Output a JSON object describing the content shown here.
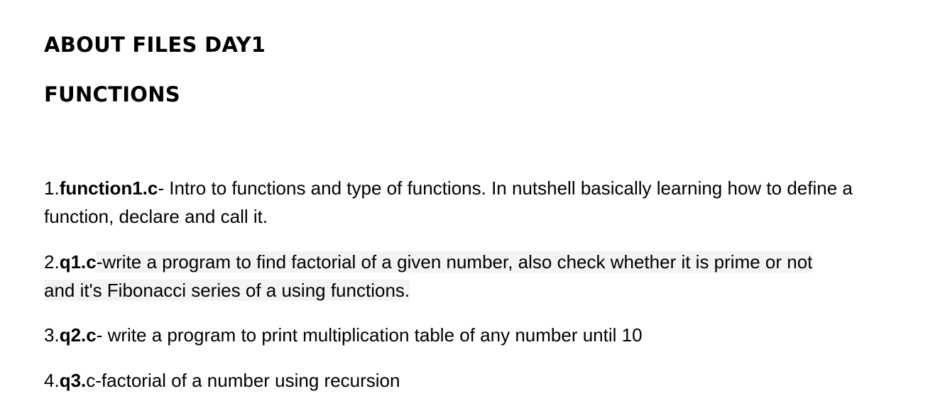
{
  "title": "ABOUT FILES DAY1",
  "section": "FUNCTIONS",
  "items": [
    {
      "num": "1.",
      "file": "function1.c",
      "lines": [
        "- Intro to functions and type of functions. In nutshell basically learning how to define a",
        "function, declare and call it."
      ]
    },
    {
      "num": "2.",
      "file": "q1.c",
      "lines": [
        "-write a program to find factorial of a given number, also check whether it is prime or not",
        "and it's Fibonacci series of a using functions."
      ]
    },
    {
      "num": "3.",
      "file": "q2.c",
      "lines": [
        "- write a program to print multiplication table of any number until 10"
      ]
    },
    {
      "num": "4.",
      "file": "q3.",
      "lines": [
        "c-factorial of a number using recursion"
      ]
    }
  ]
}
